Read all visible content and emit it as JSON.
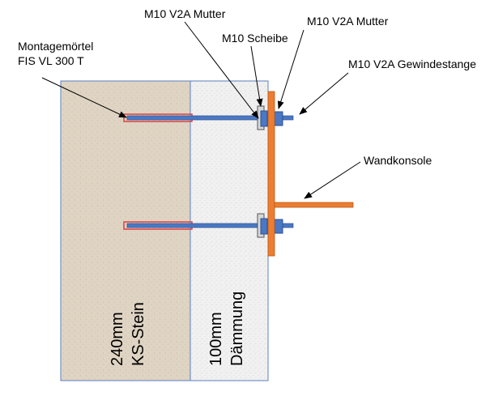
{
  "labels": {
    "nut_top": "M10 V2A Mutter",
    "nut_right": "M10 V2A Mutter",
    "washer": "M10 Scheibe",
    "threaded_rod": "M10 V2A Gewindestange",
    "mortar_line1": "Montagemörtel",
    "mortar_line2": "FIS VL 300 T",
    "bracket": "Wandkonsole",
    "wall_line1": "240mm",
    "wall_line2": "KS-Stein",
    "insulation_line1": "100mm",
    "insulation_line2": "Dämmung"
  },
  "colors": {
    "stone": "#ddd2c1",
    "insulation": "#eeeeee",
    "rod": "#4a78c4",
    "bracket": "#ed7d31",
    "mortar_outline": "#e04040",
    "border": "#5a7fbf"
  },
  "icons": [
    "arrow-icon"
  ]
}
